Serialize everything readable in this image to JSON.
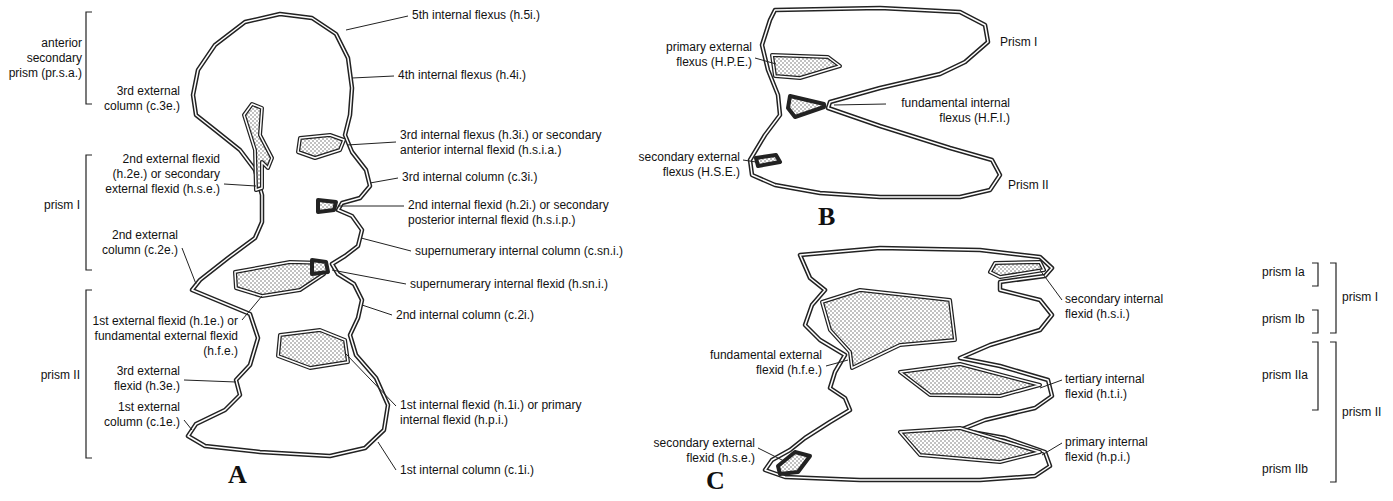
{
  "diagram": {
    "labels": [
      "anterior secondary prism (pr.s.a.)",
      "3rd external column (c.3e.)",
      "5th internal flexus (h.5i.)",
      "4th internal flexus (h.4i.)",
      "2nd external flexid (h.2e.) or secondary external flexid (h.s.e.)",
      "prism I",
      "3rd internal flexus (h.3i.) or secondary anterior internal flexid (h.s.i.a.)",
      "3rd internal column (c.3i.)",
      "2nd external column (c.2e.)",
      "2nd internal flexid (h.2i.) or secondary posterior internal flexid (h.s.i.p.)",
      "supernumerary internal column (c.sn.i.)",
      "supernumerary internal flexid (h.sn.i.)",
      "1st external flexid (h.1e.) or fundamental external flexid (h.f.e.)",
      "prism II",
      "2nd internal column (c.2i.)",
      "3rd external flexid (h.3e.)",
      "1st external column (c.1e.)",
      "1st internal flexid (h.1i.) or primary internal flexid (h.p.i.)",
      "1st internal column (c.1i.)",
      "A",
      "Prism I",
      "primary external flexus (H.P.E.)",
      "fundamental internal flexus (H.F.I.)",
      "secondary external flexus (H.S.E.)",
      "Prism II",
      "B",
      "prism Ia",
      "prism I",
      "secondary internal flexid (h.s.i.)",
      "prism Ib",
      "fundamental external flexid (h.f.e.)",
      "tertiary internal flexid (h.t.i.)",
      "prism IIa",
      "prism II",
      "secondary external flexid (h.s.e.)",
      "primary internal flexid (h.p.i.)",
      "prism IIb",
      "C"
    ]
  }
}
